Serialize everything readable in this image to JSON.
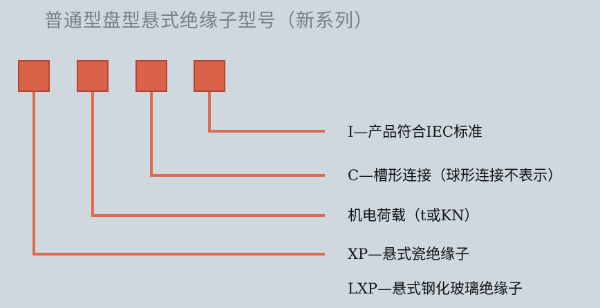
{
  "title": "普通型盘型悬式绝缘子型号（新系列）",
  "colors": {
    "background": "#cfd8df",
    "box_fill": "#d9634a",
    "box_border": "#b8442c",
    "connector": "#e06a4c",
    "title_text": "#7a8186",
    "label_text": "#111111"
  },
  "labels": {
    "iec": "I—产品符合IEC标准",
    "groove": "C—槽形连接（球形连接不表示）",
    "load": "机电荷载（t或KN）",
    "xp": "XP—悬式瓷绝缘子",
    "lxp": "LXP—悬式钢化玻璃绝缘子"
  }
}
